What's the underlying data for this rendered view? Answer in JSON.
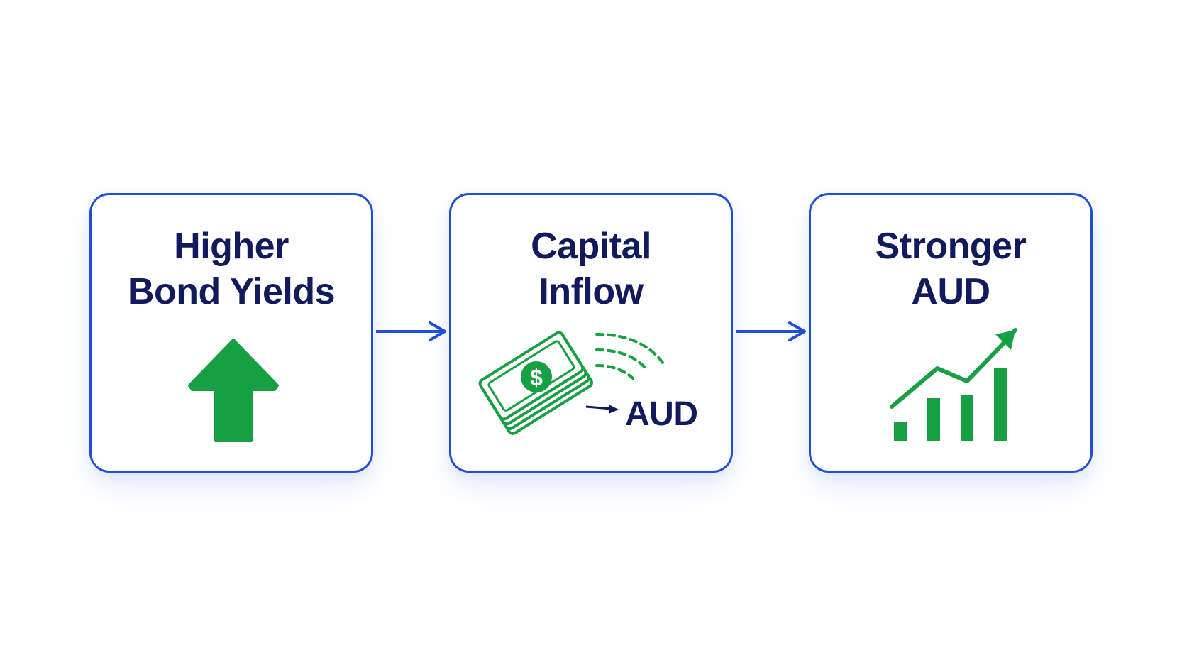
{
  "steps": [
    {
      "title_line1": "Higher",
      "title_line2": "Bond Yields",
      "icon": "up-arrow-icon"
    },
    {
      "title_line1": "Capital",
      "title_line2": "Inflow",
      "icon": "cash-flow-icon",
      "icon_label": "AUD"
    },
    {
      "title_line1": "Stronger",
      "title_line2": "AUD",
      "icon": "growth-chart-icon"
    }
  ],
  "colors": {
    "border": "#1f4fd6",
    "title": "#101a5c",
    "icon_green": "#16a043",
    "connector": "#1f4fd6"
  }
}
